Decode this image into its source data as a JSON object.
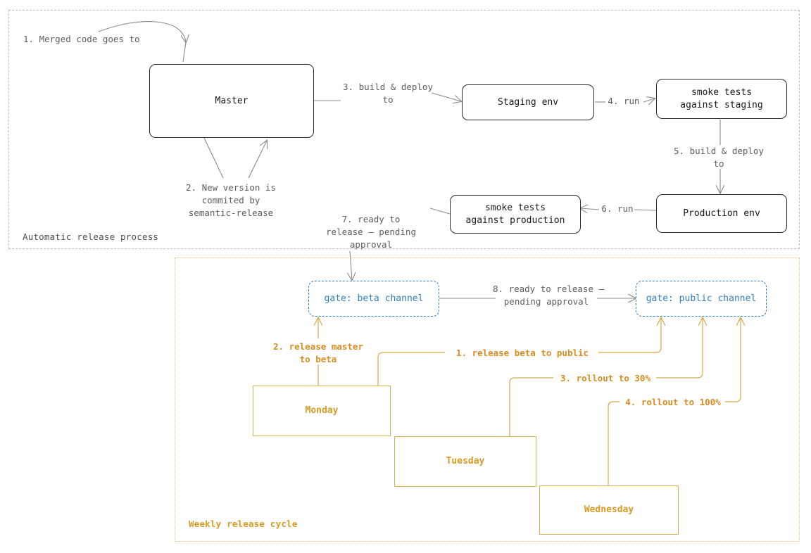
{
  "diagram": {
    "title": "Release process flowchart",
    "colors": {
      "node_stroke": "#2b2b2b",
      "gate_stroke": "#2f7fbf",
      "gate_text": "#2f7fbf",
      "day_stroke": "#d8b153",
      "day_text": "#d99b20",
      "amber_label": "#d98c1f",
      "grey_label": "#5d5d5d",
      "auto_frame": "#bdbdbd",
      "weekly_frame": "#e2c177",
      "background": "#ffffff"
    }
  },
  "subgraphs": [
    {
      "id": "auto",
      "title": "Automatic release process"
    },
    {
      "id": "weekly",
      "title": "Weekly release cycle"
    }
  ],
  "nodes": [
    {
      "id": "master",
      "label": "Master",
      "kind": "plain"
    },
    {
      "id": "staging",
      "label": "Staging env",
      "kind": "plain"
    },
    {
      "id": "smoke-staging",
      "label": "smoke tests\nagainst staging",
      "kind": "plain"
    },
    {
      "id": "production",
      "label": "Production env",
      "kind": "plain"
    },
    {
      "id": "smoke-production",
      "label": "smoke tests\nagainst production",
      "kind": "plain"
    },
    {
      "id": "gate-beta",
      "label": "gate: beta channel",
      "kind": "gate"
    },
    {
      "id": "gate-public",
      "label": "gate: public channel",
      "kind": "gate"
    },
    {
      "id": "monday",
      "label": "Monday",
      "kind": "day"
    },
    {
      "id": "tuesday",
      "label": "Tuesday",
      "kind": "day"
    },
    {
      "id": "wednesday",
      "label": "Wednesday",
      "kind": "day"
    }
  ],
  "edges": [
    {
      "id": "e1",
      "label": "1. Merged code goes to",
      "style": "grey"
    },
    {
      "id": "e2",
      "label": "2. New version is\ncommited by\nsemantic-release",
      "style": "grey"
    },
    {
      "id": "e3",
      "label": "3. build & deploy\nto",
      "style": "grey"
    },
    {
      "id": "e4",
      "label": "4. run",
      "style": "grey"
    },
    {
      "id": "e5",
      "label": "5. build & deploy\nto",
      "style": "grey"
    },
    {
      "id": "e6",
      "label": "6. run",
      "style": "grey"
    },
    {
      "id": "e7",
      "label": "7. ready to\nrelease – pending\napproval",
      "style": "grey"
    },
    {
      "id": "e8",
      "label": "8. ready to release –\npending approval",
      "style": "grey"
    },
    {
      "id": "w1",
      "label": "1. release beta to public",
      "style": "amber"
    },
    {
      "id": "w2",
      "label": "2. release master\nto beta",
      "style": "amber"
    },
    {
      "id": "w3",
      "label": "3. rollout to 30%",
      "style": "amber"
    },
    {
      "id": "w4",
      "label": "4. rollout to 100%",
      "style": "amber"
    }
  ]
}
